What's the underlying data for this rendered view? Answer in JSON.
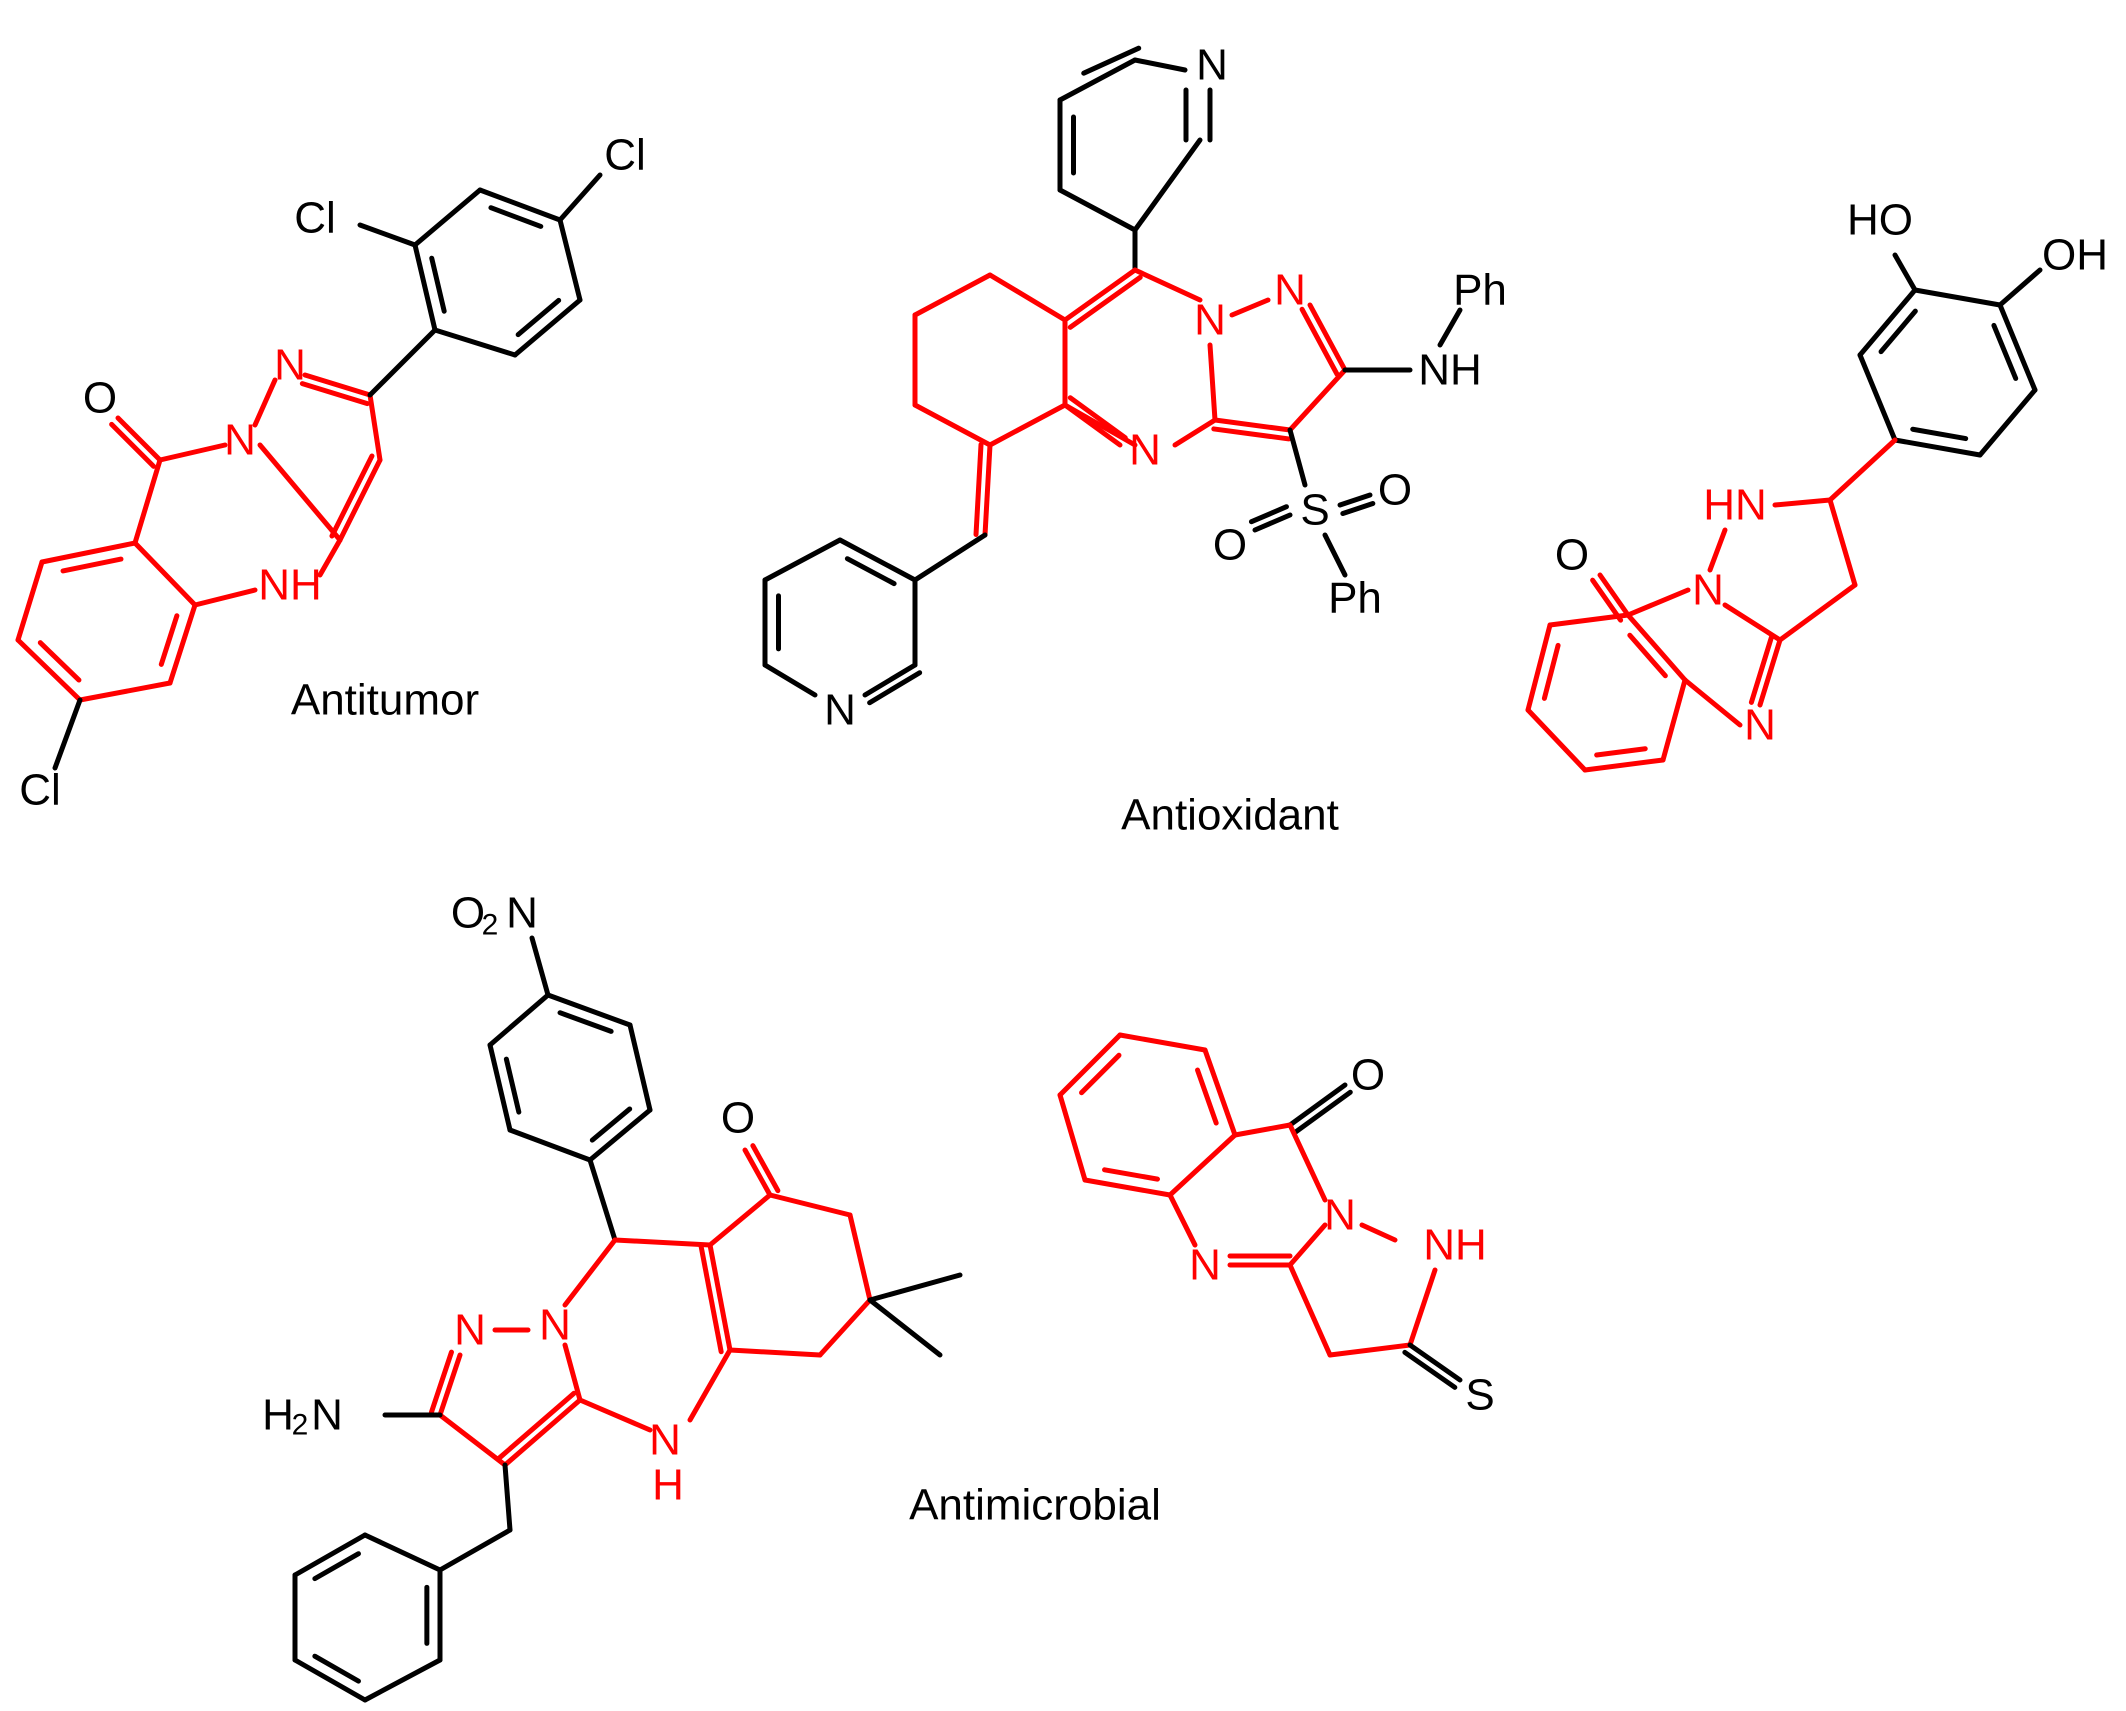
{
  "colors": {
    "scaffold": "#ff0000",
    "substituent": "#000000"
  },
  "captions": {
    "antitumor": "Antitumor",
    "antioxidant": "Antioxidant",
    "antimicrobial": "Antimicrobial"
  },
  "atoms": {
    "cl": "Cl",
    "o": "O",
    "n": "N",
    "nh": "NH",
    "hn": "HN",
    "ph": "Ph",
    "s": "S",
    "ho": "HO",
    "oh": "OH",
    "h": "H",
    "o2n_o": "O",
    "o2n_n": "N",
    "h2n_h": "H",
    "h2n_n": "N",
    "sub2": "2"
  }
}
